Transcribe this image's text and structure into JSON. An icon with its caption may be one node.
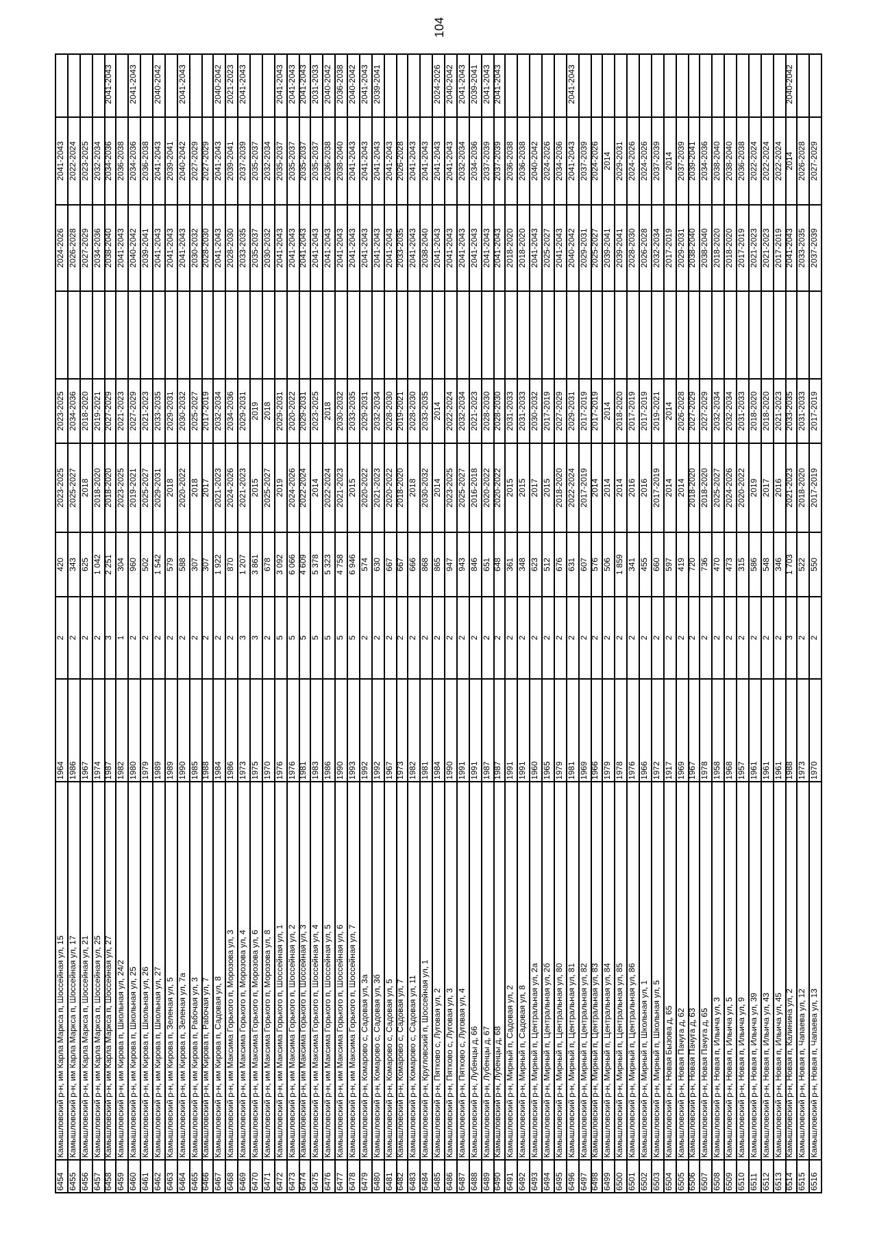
{
  "diagram": {
    "labels": [
      "104",
      "6454",
      "Камышловский р-н, им Карла Маркса п, Шоссейная ул, 15",
      "1964",
      "2",
      "420",
      "2023-2025",
      "2023-2025",
      "2024-2026",
      "2041-2043",
      "6455",
      "Камышловский р-н, им Карла Маркса п, Шоссейная ул, 17",
      "1986",
      "2",
      "343",
      "2025-2027",
      "2034-2036",
      "2026-2028",
      "2022-2024",
      "6456",
      "Камышловский р-н, им Карла Маркса п, Шоссейная ул, 21",
      "1967",
      "2",
      "625",
      "2018",
      "2018-2020",
      "2027-2029",
      "2023-2025",
      "6457",
      "Камышловский р-н, им Карла Маркса п, Шоссейная ул, 25",
      "1974",
      "2",
      "1 042",
      "2018-2020",
      "2019-2021",
      "2034-2036",
      "2032-2034",
      "6458",
      "Камышловский р-н, им Карла Маркса п, Шоссейная ул, 27",
      "1987",
      "3",
      "2 251",
      "2018-2020",
      "2027-2029",
      "2038-2040",
      "2034-2036",
      "2041-2043",
      "6459",
      "Камышловский р-н, им Кирова п, Школьная ул, 24/2",
      "1982",
      "1",
      "304",
      "2023-2025",
      "2021-2023",
      "2041-2043",
      "2036-2038",
      "6460",
      "Камышловский р-н, им Кирова п, Школьная ул, 25",
      "1980",
      "2",
      "960",
      "2019-2021",
      "2027-2029",
      "2040-2042",
      "2034-2036",
      "2041-2043",
      "6461",
      "Камышловский р-н, им Кирова п, Школьная ул, 26",
      "1979",
      "2",
      "502",
      "2025-2027",
      "2021-2023",
      "2039-2041",
      "2036-2038",
      "6462",
      "Камышловский р-н, им Кирова п, Школьная ул, 27",
      "1989",
      "2",
      "1 542",
      "2029-2031",
      "2033-2035",
      "2041-2043",
      "2041-2043",
      "2040-2042",
      "6463",
      "Камышловский р-н, им Кирова п, Зеленая ул, 5",
      "1989",
      "2",
      "579",
      "2018",
      "2029-2031",
      "2041-2043",
      "2039-2041",
      "6464",
      "Камышловский р-н, им Кирова п, Зеленая ул, 7а",
      "1990",
      "2",
      "588",
      "2020-2022",
      "2030-2032",
      "2041-2043",
      "2040-2042",
      "2041-2043",
      "6465",
      "Камышловский р-н, им Кирова п, Рабочая ул, 3",
      "1985",
      "2",
      "307",
      "2018",
      "2025-2027",
      "2030-2032",
      "2027-2029",
      "6466",
      "Камышловский р-н, им Кирова п, Рабочая ул, 7",
      "1988",
      "2",
      "307",
      "2017",
      "2017-2019",
      "2028-2030",
      "2027-2029",
      "6467",
      "Камышловский р-н, им Кирова п, Садовая ул, 8",
      "1984",
      "2",
      "1 922",
      "2021-2023",
      "2032-2034",
      "2041-2043",
      "2041-2043",
      "2040-2042",
      "6468",
      "Камышловский р-н, им Максима Горького п, Морозова ул, 3",
      "1986",
      "2",
      "870",
      "2024-2026",
      "2034-2036",
      "2028-2030",
      "2039-2041",
      "2021-2023",
      "6469",
      "Камышловский р-н, им Максима Горького п, Морозова ул, 4",
      "1973",
      "3",
      "1 207",
      "2021-2023",
      "2029-2031",
      "2033-2035",
      "2037-2039",
      "2041-2043",
      "6470",
      "Камышловский р-н, им Максима Горького п, Морозова ул, 6",
      "1975",
      "3",
      "3 861",
      "2015",
      "2019",
      "2035-2037",
      "2035-2037",
      "6471",
      "Камышловский р-н, им Максима Горького п, Морозова ул, 8",
      "1970",
      "2",
      "678",
      "2025-2027",
      "2018",
      "2030-2032",
      "2032-2034",
      "6472",
      "Камышловский р-н, им Максима Горького п, Шоссейная ул, 1",
      "1976",
      "5",
      "3 092",
      "2019",
      "2029-2031",
      "2041-2043",
      "2035-2037",
      "2041-2043",
      "6473",
      "Камышловский р-н, им Максима Горького п, Шоссейная ул, 2",
      "1976",
      "5",
      "6 066",
      "2024-2026",
      "2020-2022",
      "2041-2043",
      "2035-2037",
      "2041-2043",
      "6474",
      "Камышловский р-н, им Максима Горького п, Шоссейная ул, 3",
      "1981",
      "5",
      "4 609",
      "2022-2024",
      "2029-2031",
      "2041-2043",
      "2035-2037",
      "2041-2043",
      "6475",
      "Камышловский р-н, им Максима Горького п, Шоссейная ул, 4",
      "1983",
      "5",
      "5 378",
      "2014",
      "2023-2025",
      "2041-2043",
      "2035-2037",
      "2031-2033",
      "6476",
      "Камышловский р-н, им Максима Горького п, Шоссейная ул, 5",
      "1986",
      "5",
      "5 323",
      "2022-2024",
      "2018",
      "2041-2043",
      "2036-2038",
      "2040-2042",
      "6477",
      "Камышловский р-н, им Максима Горького п, Шоссейная ул, 6",
      "1990",
      "5",
      "4 758",
      "2021-2023",
      "2030-2032",
      "2041-2043",
      "2038-2040",
      "2036-2038",
      "6478",
      "Камышловский р-н, им Максима Горького п, Шоссейная ул, 7",
      "1993",
      "5",
      "6 946",
      "2015",
      "2033-2035",
      "2041-2043",
      "2041-2043",
      "2040-2042",
      "6479",
      "Камышловский р-н, Комарово с, Садовая ул, 3а",
      "1992",
      "2",
      "574",
      "2020-2022",
      "2029-2031",
      "2041-2043",
      "2041-2043",
      "2041-2043",
      "6480",
      "Камышловский р-н, Комарово с, Садовая ул, 3б",
      "1992",
      "2",
      "630",
      "2021-2023",
      "2032-2034",
      "2041-2043",
      "2041-2043",
      "2039-2041",
      "6481",
      "Камышловский р-н, Комарово с, Садовая ул, 5",
      "1967",
      "2",
      "667",
      "2020-2022",
      "2028-2030",
      "2041-2043",
      "2041-2043",
      "6482",
      "Камышловский р-н, Комарово с, Садовая ул, 7",
      "1973",
      "2",
      "667",
      "2018-2020",
      "2019-2021",
      "2033-2035",
      "2026-2028",
      "6483",
      "Камышловский р-н, Комарово с, Садовая ул, 11",
      "1982",
      "2",
      "666",
      "2018",
      "2028-2030",
      "2041-2043",
      "2041-2043",
      "6484",
      "Камышловский р-н, Кругловский п, Шоссейная ул, 1",
      "1981",
      "2",
      "868",
      "2030-2032",
      "2033-2035",
      "2038-2040",
      "2041-2043",
      "6485",
      "Камышловский р-н, Пятково с, Луговая ул, 2",
      "1984",
      "2",
      "865",
      "2014",
      "2014",
      "2041-2043",
      "2041-2043",
      "2024-2026",
      "6486",
      "Камышловский р-н, Пятково с, Луговая ул, 3",
      "1990",
      "2",
      "947",
      "2023-2025",
      "2022-2024",
      "2041-2043",
      "2041-2043",
      "2040-2042",
      "6487",
      "Камышловский р-н, Пятково с, Луговая ул, 4",
      "1991",
      "2",
      "943",
      "2025-2027",
      "2032-2034",
      "2041-2043",
      "2032-2034",
      "2041-2043",
      "6488",
      "Камышловский р-н, Лубенцы д, 66",
      "1991",
      "2",
      "846",
      "2016-2018",
      "2021-2023",
      "2041-2043",
      "2034-2036",
      "2039-2041",
      "6489",
      "Камышловский р-н, Лубенцы д, 67",
      "1987",
      "2",
      "651",
      "2020-2022",
      "2028-2030",
      "2041-2043",
      "2037-2039",
      "2041-2043",
      "6490",
      "Камышловский р-н, Лубенцы д, 68",
      "1987",
      "2",
      "648",
      "2020-2022",
      "2028-2030",
      "2041-2043",
      "2037-2039",
      "2041-2043",
      "6491",
      "Камышловский р-н, Мирный п, Садовая ул, 2",
      "1991",
      "2",
      "361",
      "2015",
      "2031-2033",
      "2018-2020",
      "2036-2038",
      "6492",
      "Камышловский р-н, Мирный п, Садовая ул, 8",
      "1991",
      "2",
      "348",
      "2015",
      "2031-2033",
      "2018-2020",
      "2036-2038",
      "6493",
      "Камышловский р-н, Мирный п, Центральная ул, 2а",
      "1960",
      "2",
      "623",
      "2017",
      "2030-2032",
      "2041-2043",
      "2040-2042",
      "6494",
      "Камышловский р-н, Мирный п, Центральная ул, 2б",
      "1965",
      "2",
      "512",
      "2015",
      "2017-2019",
      "2025-2027",
      "2024-2026",
      "6495",
      "Камышловский р-н, Мирный п, Центральная ул, 80",
      "1979",
      "2",
      "676",
      "2018-2020",
      "2027-2029",
      "2041-2043",
      "2034-2036",
      "6496",
      "Камышловский р-н, Мирный п, Центральная ул, 81",
      "1981",
      "2",
      "631",
      "2022-2024",
      "2029-2031",
      "2040-2042",
      "2041-2043",
      "2041-2043",
      "6497",
      "Камышловский р-н, Мирный п, Центральная ул, 82",
      "1969",
      "2",
      "607",
      "2017-2019",
      "2017-2019",
      "2029-2031",
      "2037-2039",
      "6498",
      "Камышловский р-н, Мирный п, Центральная ул, 83",
      "1966",
      "2",
      "576",
      "2014",
      "2017-2019",
      "2025-2027",
      "2024-2026",
      "6499",
      "Камышловский р-н, Мирный п, Центральная ул, 84",
      "1979",
      "2",
      "506",
      "2014",
      "2014",
      "2039-2041",
      "2014",
      "6500",
      "Камышловский р-н, Мирный п, Центральная ул, 85",
      "1978",
      "2",
      "1 859",
      "2014",
      "2018-2020",
      "2039-2041",
      "2029-2031",
      "6501",
      "Камышловский р-н, Мирный п, Центральная ул, 86",
      "1976",
      "2",
      "341",
      "2016",
      "2017-2019",
      "2028-2030",
      "2024-2026",
      "6502",
      "Камышловский р-н, Мирный п, Школьная ул, 1",
      "1966",
      "2",
      "455",
      "2016",
      "2017-2019",
      "2026-2028",
      "2024-2026",
      "6503",
      "Камышловский р-н, Мирный п, Школьная ул, 5",
      "1972",
      "2",
      "660",
      "2017-2019",
      "2019-2021",
      "2032-2034",
      "2037-2039",
      "6504",
      "Камышловский р-н, Новая Бызова д, 65",
      "1917",
      "2",
      "597",
      "2014",
      "2014",
      "2017-2019",
      "2014",
      "6505",
      "Камышловский р-н, Новая Пачуга д, 62",
      "1969",
      "2",
      "419",
      "2014",
      "2026-2028",
      "2029-2031",
      "2037-2039",
      "6506",
      "Камышловский р-н, Новая Пачуга д, 63",
      "1967",
      "2",
      "720",
      "2018-2020",
      "2027-2029",
      "2038-2040",
      "2039-2041",
      "6507",
      "Камышловский р-н, Новая Пачуга д, 65",
      "1978",
      "2",
      "736",
      "2018-2020",
      "2027-2029",
      "2038-2040",
      "2034-2036",
      "6508",
      "Камышловский р-н, Новая п, Ильича ул, 3",
      "1958",
      "2",
      "470",
      "2025-2027",
      "2032-2034",
      "2018-2020",
      "2038-2040",
      "6509",
      "Камышловский р-н, Новая п, Ильича ул, 5",
      "1968",
      "2",
      "473",
      "2024-2026",
      "2032-2034",
      "2018-2020",
      "2038-2040",
      "6510",
      "Камышловский р-н, Новая п, Ильича ул, 9",
      "1957",
      "2",
      "315",
      "2020-2022",
      "2031-2033",
      "2017-2019",
      "2036-2038",
      "6511",
      "Камышловский р-н, Новая п, Ильича ул, 39",
      "1961",
      "2",
      "586",
      "2019",
      "2018-2020",
      "2021-2023",
      "2022-2024",
      "6512",
      "Камышловский р-н, Новая п, Ильича ул, 43",
      "1961",
      "2",
      "548",
      "2017",
      "2018-2020",
      "2021-2023",
      "2022-2024",
      "6513",
      "Камышловский р-н, Новая п, Ильича ул, 45",
      "1961",
      "2",
      "346",
      "2016",
      "2021-2023",
      "2017-2019",
      "2022-2024",
      "6514",
      "Камышловский р-н, Новая п, Калинина ул, 2",
      "1988",
      "3",
      "1 703",
      "2021-2023",
      "2033-2035",
      "2041-2043",
      "2014",
      "2040-2042",
      "6515",
      "Камышловский р-н, Новая п, Чапаева ул, 12",
      "1973",
      "2",
      "522",
      "2018-2020",
      "2031-2033",
      "2033-2035",
      "2026-2028",
      "6516",
      "Камышловский р-н, Новая п, Чапаева ул, 13",
      "1970",
      "2",
      "550",
      "2017-2019",
      "2017-2019",
      "2037-2039",
      "2027-2029"
    ]
  }
}
